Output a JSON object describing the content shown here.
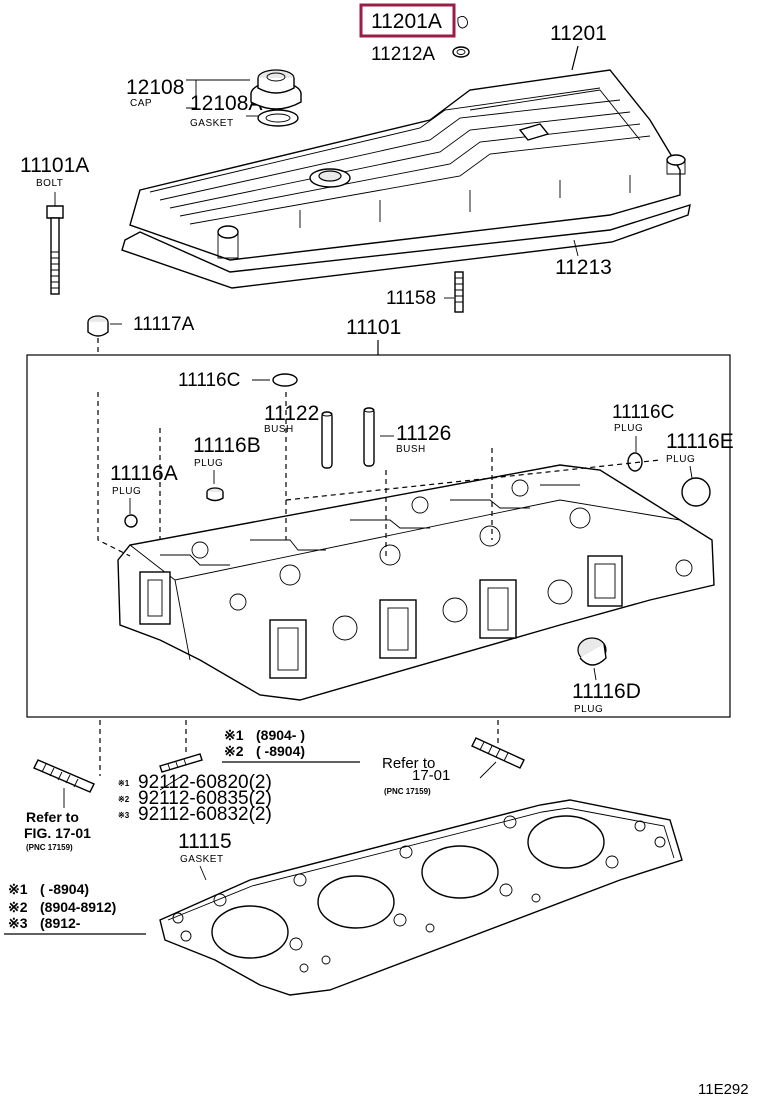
{
  "diagram_id": "11E292",
  "parts": {
    "p11201A": "11201A",
    "p11212A": "11212A",
    "p11201": "11201",
    "p12108": "12108",
    "p12108_sub": "CAP",
    "p12108A": "12108A",
    "p12108A_sub": "GASKET",
    "p11101A": "11101A",
    "p11101A_sub": "BOLT",
    "p11213": "11213",
    "p11158": "11158",
    "p11117A": "11117A",
    "p11101": "11101",
    "p11116C_top": "11116C",
    "p11122": "11122",
    "p11122_sub": "BUSH",
    "p11126": "11126",
    "p11126_sub": "BUSH",
    "p11116C_right": "11116C",
    "p11116C_right_sub": "PLUG",
    "p11116E": "11116E",
    "p11116E_sub": "PLUG",
    "p11116B": "11116B",
    "p11116B_sub": "PLUG",
    "p11116A": "11116A",
    "p11116A_sub": "PLUG",
    "p11116D": "11116D",
    "p11116D_sub": "PLUG",
    "p11115": "11115",
    "p11115_sub": "GASKET"
  },
  "stud_notes": {
    "line1_mark": "※1",
    "line1_range": "(8904-          )",
    "line2_mark": "※2",
    "line2_range": "(          -8904)",
    "items": [
      {
        "mark": "※1",
        "text": "92112-60820(2)"
      },
      {
        "mark": "※2",
        "text": "92112-60835(2)"
      },
      {
        "mark": "※3",
        "text": "92112-60832(2)"
      }
    ]
  },
  "refs": {
    "left_line1": "Refer to",
    "left_line2": "FIG. 17-01",
    "left_pnc": "(PNC 17159)",
    "right_line1": "Refer to",
    "right_line2": "17-01",
    "right_pnc": "(PNC 17159)"
  },
  "gasket_notes": [
    {
      "mark": "※1",
      "range": "(          -8904)"
    },
    {
      "mark": "※2",
      "range": "(8904-8912)"
    },
    {
      "mark": "※3",
      "range": "(8912-"
    }
  ],
  "highlight_color": "#9b1d44"
}
